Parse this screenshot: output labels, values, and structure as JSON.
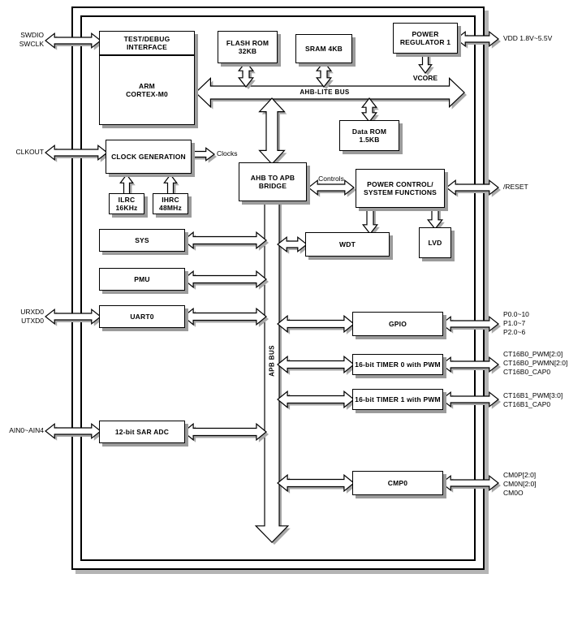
{
  "diagram": {
    "blocks": {
      "test_debug": "TEST/DEBUG\nINTERFACE",
      "arm": "ARM\nCORTEX-M0",
      "flash": "FLASH ROM\n32KB",
      "sram": "SRAM 4KB",
      "power_regulator": "POWER\nREGULATOR 1",
      "data_rom": "Data ROM\n1.5KB",
      "clock_generation": "CLOCK GENERATION",
      "ilrc": "ILRC\n16KHz",
      "ihrc": "IHRC\n48MHz",
      "bridge": "AHB TO APB\nBRIDGE",
      "power_control": "POWER CONTROL/\nSYSTEM FUNCTIONS",
      "wdt": "WDT",
      "lvd": "LVD",
      "sys": "SYS",
      "pmu": "PMU",
      "uart0": "UART0",
      "adc": "12-bit SAR ADC",
      "gpio": "GPIO",
      "timer0": "16-bit TIMER 0 with PWM",
      "timer1": "16-bit TIMER 1 with PWM",
      "cmp0": "CMP0"
    },
    "labels": {
      "ahb_bus": "AHB-LITE BUS",
      "apb_bus": "APB BUS",
      "clocks": "Clocks",
      "controls": "Controls",
      "vcore": "VCORE"
    },
    "pins_left": {
      "swdio": "SWDIO",
      "swclk": "SWCLK",
      "clkout": "CLKOUT",
      "urxd0": "URXD0",
      "utxd0": "UTXD0",
      "ain": "AIN0~AIN4"
    },
    "pins_right": {
      "vdd": "VDD 1.8V~5.5V",
      "reset": "/RESET",
      "p0": "P0.0~10",
      "p1": "P1.0~7",
      "p2": "P2.0~6",
      "ct16b0_pwm": "CT16B0_PWM[2:0]",
      "ct16b0_pwmn": "CT16B0_PWMN[2:0]",
      "ct16b0_cap0": "CT16B0_CAP0",
      "ct16b1_pwm": "CT16B1_PWM[3:0]",
      "ct16b1_cap0": "CT16B1_CAP0",
      "cm0p": "CM0P[2:0]",
      "cm0n": "CM0N[2:0]",
      "cm0o": "CM0O"
    },
    "colors": {
      "background": "#ffffff",
      "line": "#000000",
      "shadow": "#a8a8a8"
    }
  }
}
